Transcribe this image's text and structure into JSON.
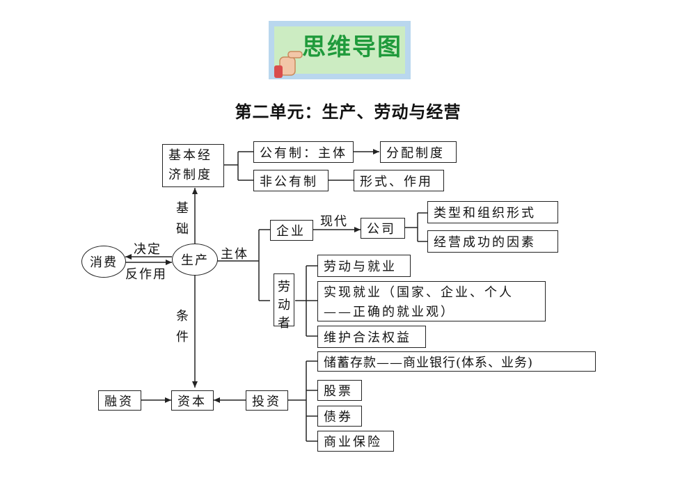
{
  "banner": {
    "title": "思维导图"
  },
  "page_title": "第二单元：生产、劳动与经营",
  "nodes": {
    "basic_econ_system_line1": "基本经",
    "basic_econ_system_line2": "济制度",
    "public_ownership": "公有制：主体",
    "distribution_system": "分配制度",
    "non_public_ownership": "非公有制",
    "forms_roles": "形式、作用",
    "enterprise": "企业",
    "company": "公司",
    "types_forms": "类型和组织形式",
    "success_factors": "经营成功的因素",
    "labor_vertical": [
      "劳",
      "动",
      "者"
    ],
    "labor_employment": "劳动与就业",
    "realize_employment_line1": "实现就业（国家、企业、个人",
    "realize_employment_line2": "——正确的就业观）",
    "protect_rights": "维护合法权益",
    "consumption": "消费",
    "production": "生产",
    "financing": "融资",
    "capital": "资本",
    "investment": "投资",
    "savings": "储蓄存款——商业银行(体系、业务)",
    "stocks": "股票",
    "bonds": "债券",
    "insurance": "商业保险"
  },
  "edge_labels": {
    "basis": [
      "基",
      "础"
    ],
    "condition": [
      "条",
      "件"
    ],
    "main_body": "主体",
    "modern": "现代",
    "decides": "决定",
    "reaction": "反作用"
  }
}
